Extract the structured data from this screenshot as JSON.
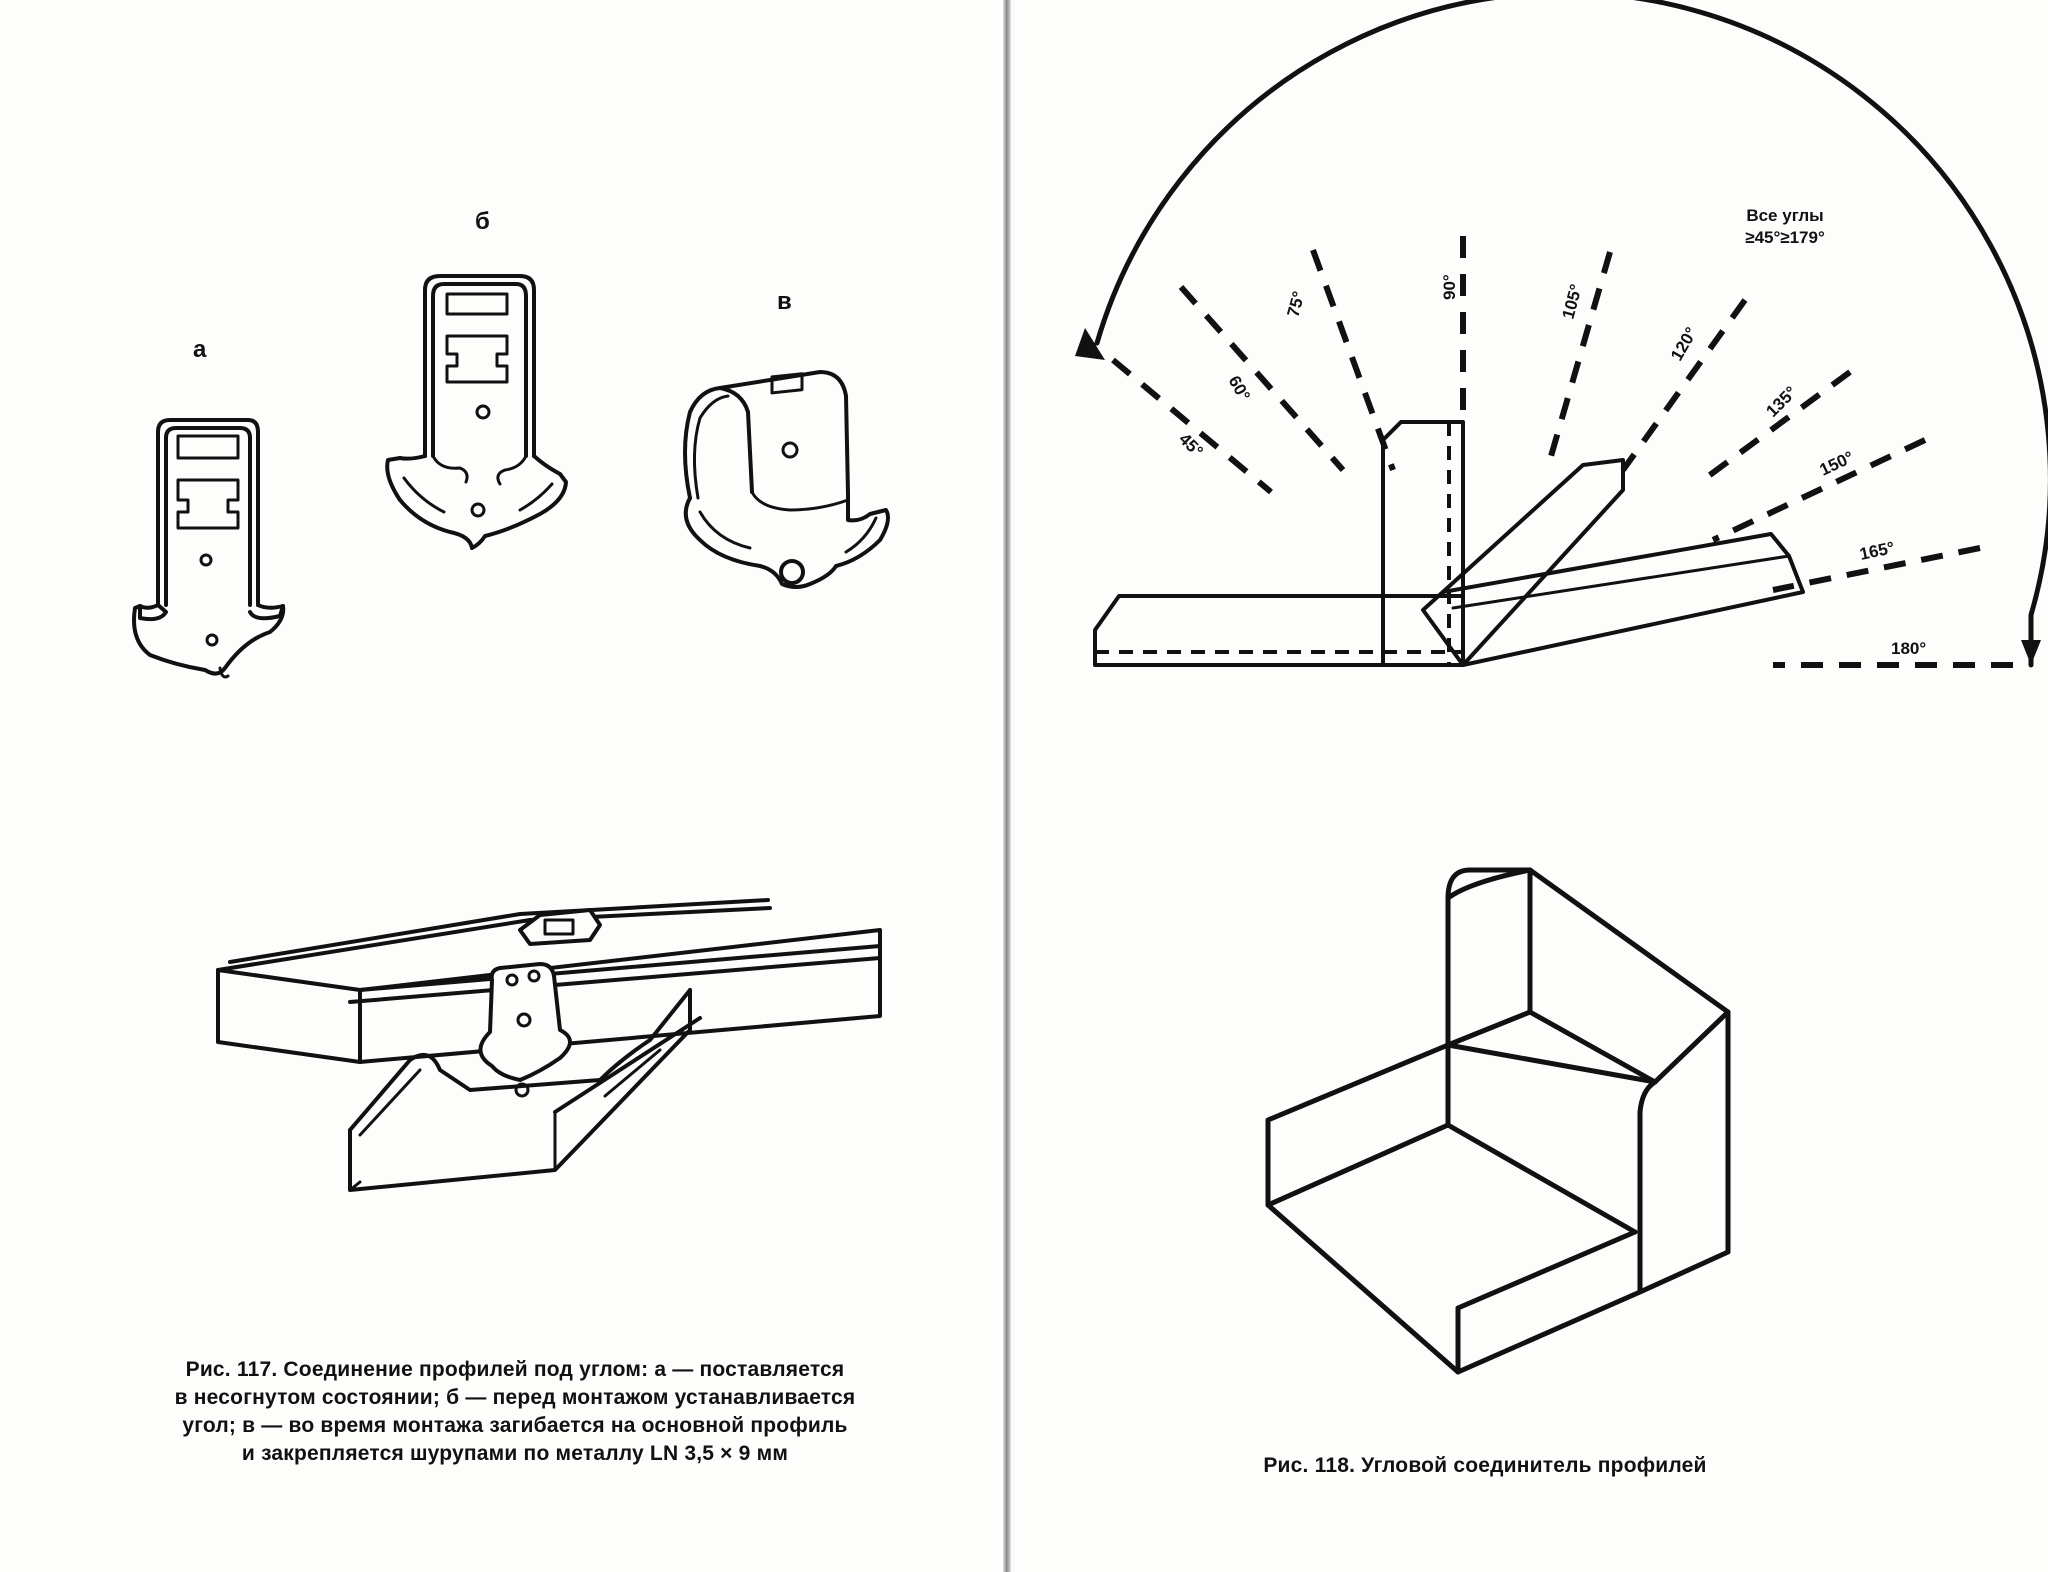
{
  "left_page": {
    "figure_117": {
      "labels": {
        "a": "а",
        "b": "б",
        "v": "в"
      },
      "caption_lines": [
        "Рис. 117. Соединение профилей под углом: а — поставляется",
        "в несогнутом состоянии; б — перед монтажом устанавливается",
        "угол; в — во время монтажа загибается на основной профиль",
        "и закрепляется шурупами по металлу LN 3,5 × 9 мм"
      ]
    }
  },
  "right_page": {
    "figure_118": {
      "angle_note_lines": [
        "Все углы",
        "≥45°≥179°"
      ],
      "angle_marks": [
        "45°",
        "60°",
        "75°",
        "90°",
        "105°",
        "120°",
        "135°",
        "150°",
        "165°",
        "180°"
      ],
      "caption": "Рис. 118. Угловой соединитель профилей"
    }
  }
}
